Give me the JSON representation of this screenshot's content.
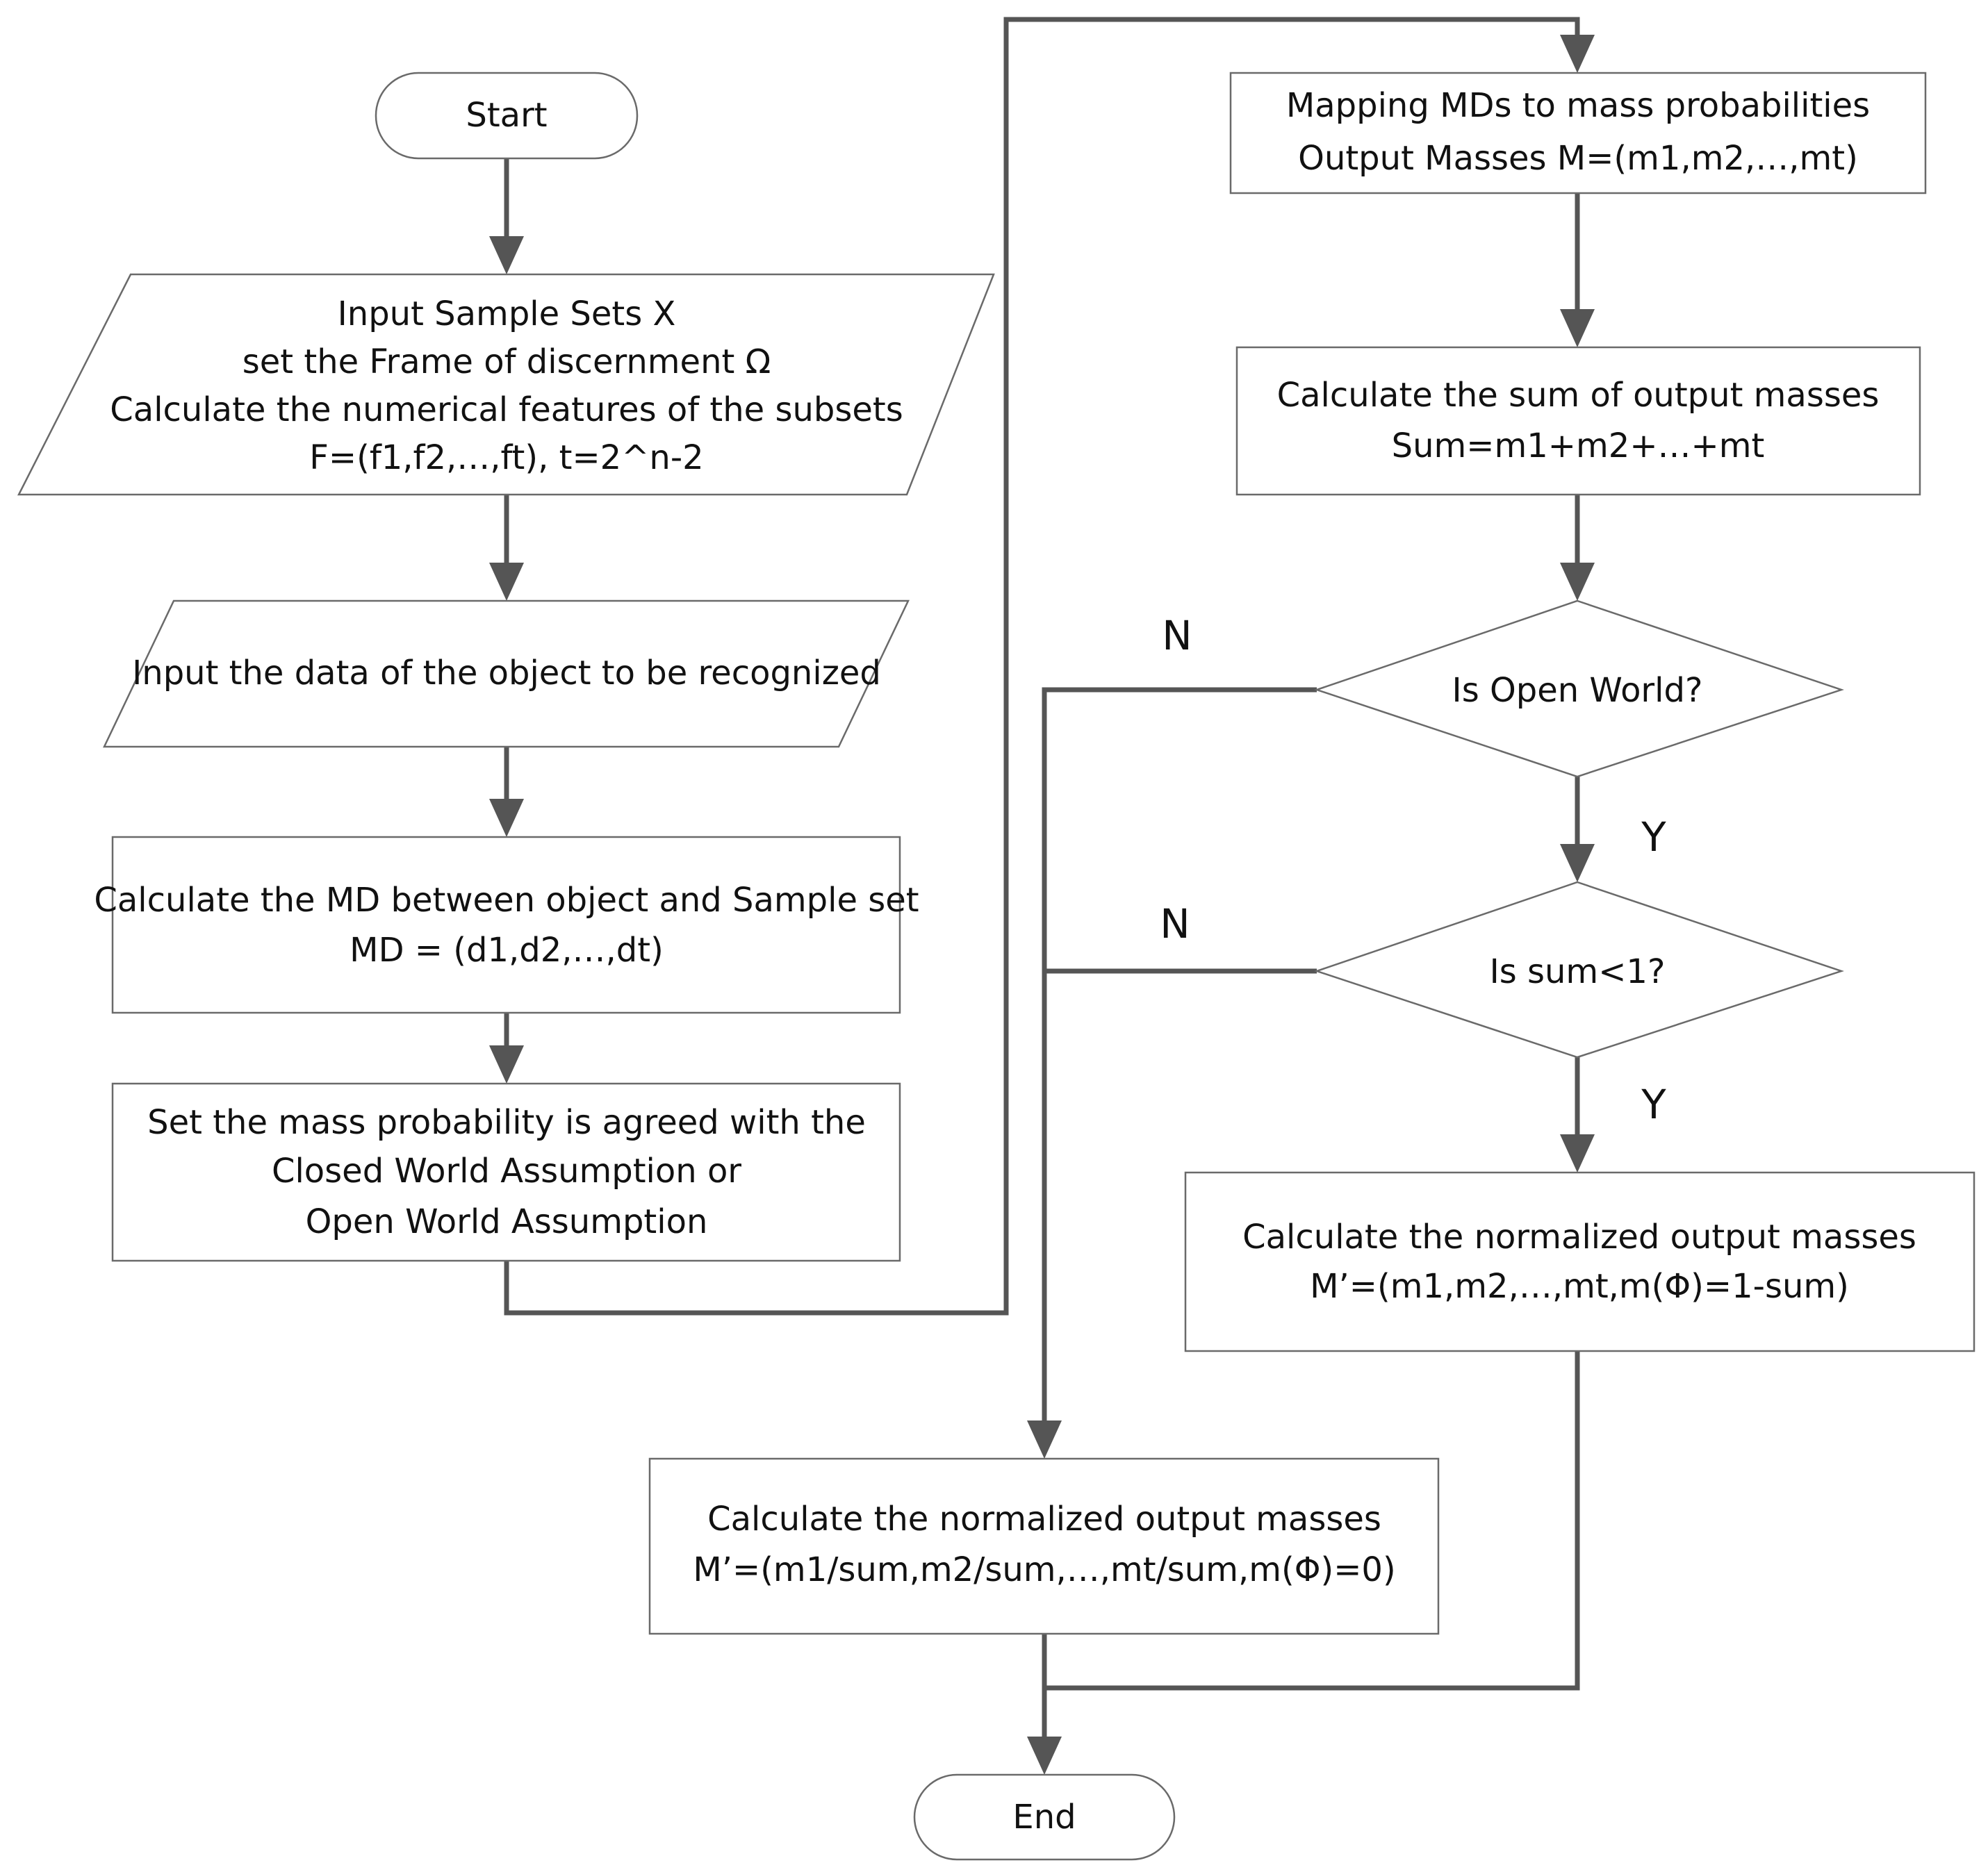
{
  "nodes": {
    "start": {
      "lines": [
        "Start"
      ]
    },
    "input_sample_sets": {
      "lines": [
        "Input Sample Sets X",
        "set the Frame of discernment Ω",
        "Calculate the numerical features of the subsets",
        "F=(f1,f2,…,ft), t=2^n-2"
      ]
    },
    "input_object_data": {
      "lines": [
        "Input the data of the object to be recognized"
      ]
    },
    "calculate_md": {
      "lines": [
        "Calculate the MD between object and Sample set",
        "MD = (d1,d2,…,dt)"
      ]
    },
    "set_mass_probability": {
      "lines": [
        "Set the mass probability is agreed with the",
        "Closed World Assumption or",
        "Open World Assumption"
      ]
    },
    "mapping_mds": {
      "lines": [
        "Mapping MDs to mass probabilities",
        "Output Masses M=(m1,m2,…,mt)"
      ]
    },
    "calculate_sum": {
      "lines": [
        "Calculate the sum of output masses",
        "Sum=m1+m2+…+mt"
      ]
    },
    "is_open_world": {
      "lines": [
        "Is Open World?"
      ]
    },
    "is_sum_lt_1": {
      "lines": [
        "Is sum<1?"
      ]
    },
    "normalized_open": {
      "lines": [
        "Calculate the normalized output masses",
        "M’=(m1,m2,…,mt,m(Φ)=1-sum)"
      ]
    },
    "normalized_closed": {
      "lines": [
        "Calculate the normalized output masses",
        "M’=(m1/sum,m2/sum,…,mt/sum,m(Φ)=0)"
      ]
    },
    "end": {
      "lines": [
        "End"
      ]
    }
  },
  "branch_labels": {
    "open_world_no": "N",
    "open_world_yes": "Y",
    "sum_no": "N",
    "sum_yes": "Y"
  }
}
